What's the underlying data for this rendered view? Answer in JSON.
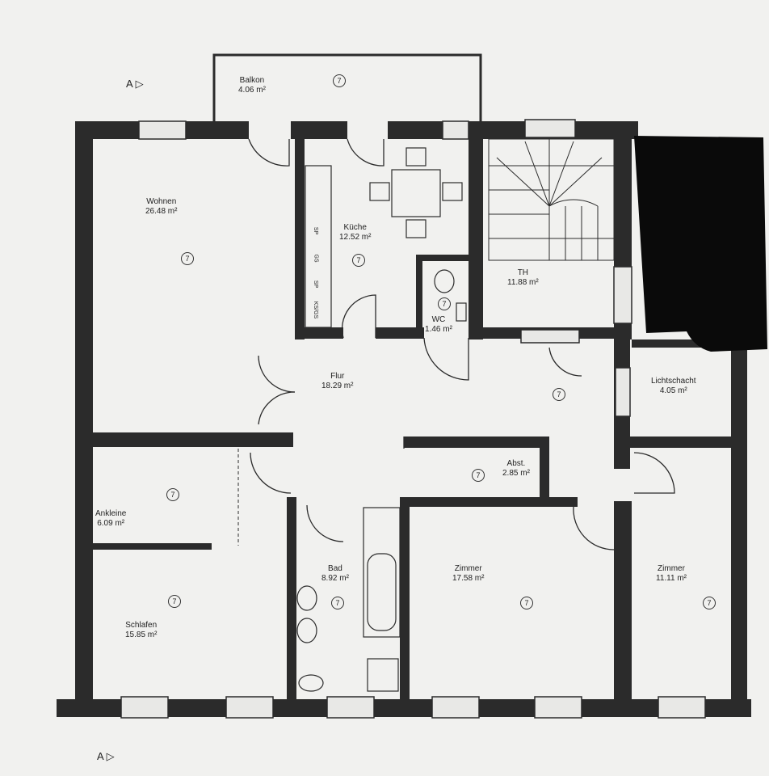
{
  "section_mark": "A",
  "redaction_color": "#0a0a0a",
  "wall_color": "#2b2b2b",
  "paper_color": "#f1f1ef",
  "rooms": [
    {
      "name": "Balkon",
      "area": "4.06 m²",
      "marker": "7"
    },
    {
      "name": "Wohnen",
      "area": "26.48 m²",
      "marker": "7"
    },
    {
      "name": "Küche",
      "area": "12.52 m²",
      "marker": "7"
    },
    {
      "name": "TH",
      "area": "11.88 m²"
    },
    {
      "name": "WC",
      "area": "1.46 m²",
      "marker": "7"
    },
    {
      "name": "Flur",
      "area": "18.29 m²",
      "marker": "7"
    },
    {
      "name": "Lichtschacht",
      "area": "4.05 m²"
    },
    {
      "name": "Abst.",
      "area": "2.85 m²",
      "marker": "7"
    },
    {
      "name": "Ankleine",
      "area": "6.09 m²",
      "marker": "7"
    },
    {
      "name": "Bad",
      "area": "8.92 m²",
      "marker": "7"
    },
    {
      "name": "Zimmer",
      "area": "17.58 m²",
      "marker": "7"
    },
    {
      "name": "Zimmer",
      "area": "11.11 m²",
      "marker": "7"
    },
    {
      "name": "Schlafen",
      "area": "15.85 m²",
      "marker": "7"
    }
  ],
  "kitchen_appliances": [
    "SP",
    "GS",
    "SP",
    "KS/GS"
  ]
}
